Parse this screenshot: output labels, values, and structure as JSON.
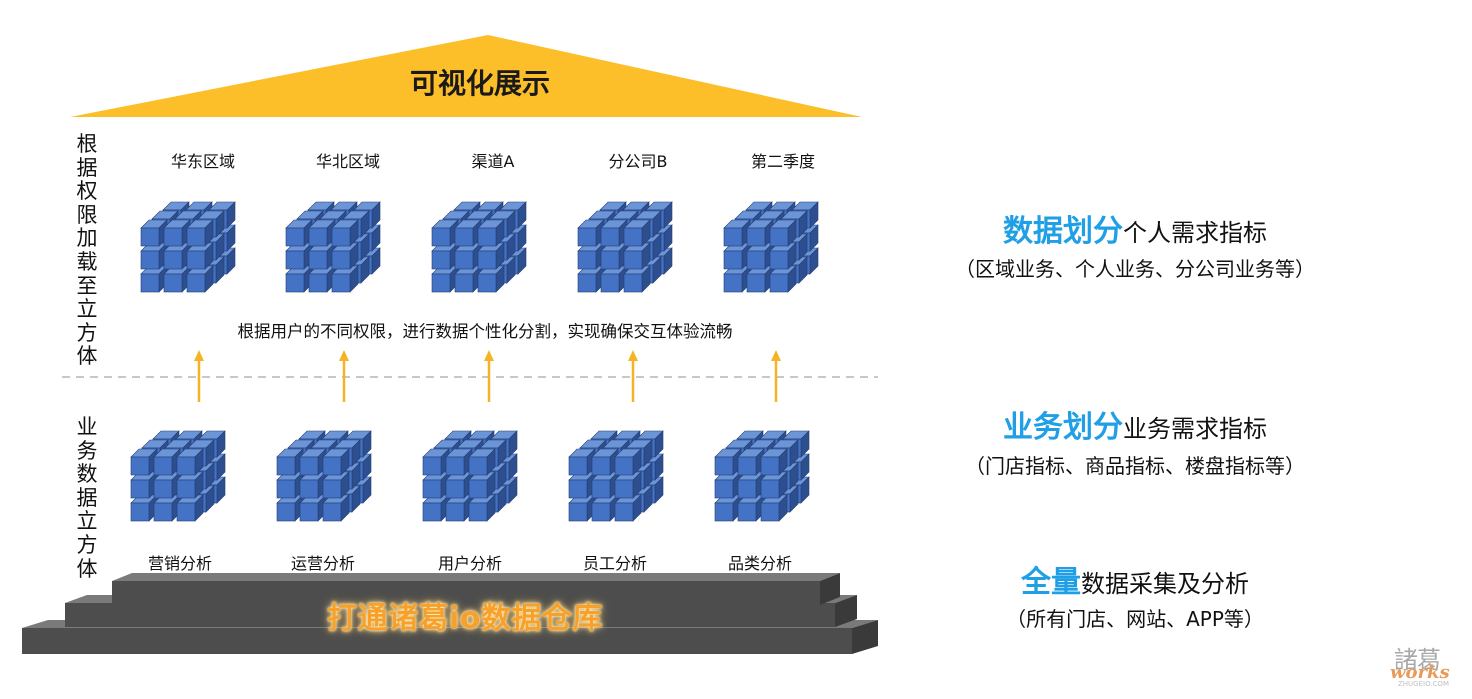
{
  "roof": {
    "title": "可视化展示",
    "color": "#fcbf2a"
  },
  "left_labels": {
    "upper": "根据权限加载至立方体",
    "lower": "业务数据立方体"
  },
  "top_cubes": [
    "华东区域",
    "华北区域",
    "渠道A",
    "分公司B",
    "第二季度"
  ],
  "middle_text": "根据用户的不同权限，进行数据个性化分割，实现确保交互体验流畅",
  "bottom_cubes": [
    "营销分析",
    "运营分析",
    "用户分析",
    "员工分析",
    "品类分析"
  ],
  "base": {
    "title": "打通诸葛io数据仓库",
    "step_color": "#4d4d4d"
  },
  "colors": {
    "cube_front": "#4472c4",
    "cube_top": "#6c95d8",
    "cube_side": "#2e4f8f",
    "arrow": "#f5b325",
    "highlight": "#1f9fe6"
  },
  "right_panel": [
    {
      "highlight": "数据划分",
      "normal": "个人需求指标",
      "sub": "（区域业务、个人业务、分公司业务等）"
    },
    {
      "highlight": "业务划分",
      "normal": "业务需求指标",
      "sub": "（门店指标、商品指标、楼盘指标等）"
    },
    {
      "highlight": "全量",
      "normal": "数据采集及分析",
      "sub": "（所有门店、网站、APP等）"
    }
  ],
  "logo": {
    "text": "諸葛",
    "word": "works",
    "small": "ZHUGEIO.COM"
  }
}
